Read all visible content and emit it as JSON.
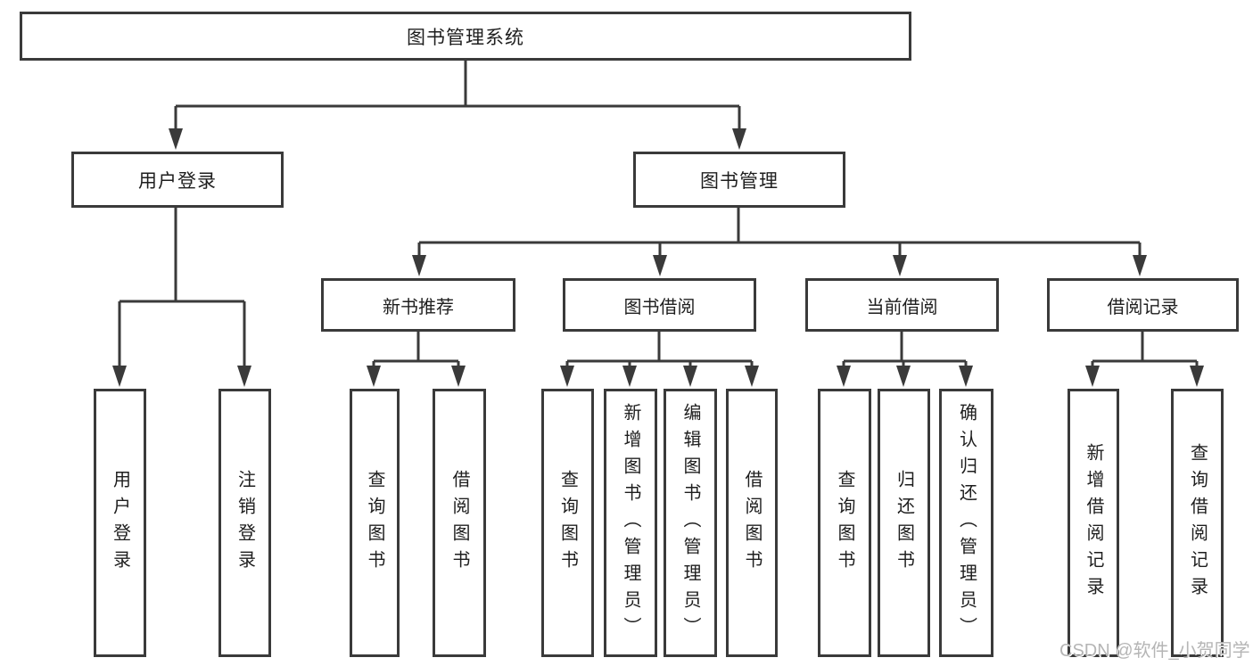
{
  "colors": {
    "line": "#3a3a3a",
    "text": "#1e1e1e",
    "background": "#ffffff",
    "watermark": "#b5b5b5"
  },
  "root": {
    "label": "图书管理系统"
  },
  "branches": [
    {
      "label": "用户登录"
    },
    {
      "label": "图书管理"
    }
  ],
  "modules": [
    {
      "label": "新书推荐"
    },
    {
      "label": "图书借阅"
    },
    {
      "label": "当前借阅"
    },
    {
      "label": "借阅记录"
    }
  ],
  "leaves": [
    {
      "label": "用户登录"
    },
    {
      "label": "注销登录"
    },
    {
      "label": "查询图书"
    },
    {
      "label": "借阅图书"
    },
    {
      "label": "查询图书"
    },
    {
      "label": "新增图书（管理员）"
    },
    {
      "label": "编辑图书（管理员）"
    },
    {
      "label": "借阅图书"
    },
    {
      "label": "查询图书"
    },
    {
      "label": "归还图书"
    },
    {
      "label": "确认归还（管理员）"
    },
    {
      "label": "新增借阅记录"
    },
    {
      "label": "查询借阅记录"
    }
  ],
  "watermark": {
    "text": "CSDN @软件_小贺同学"
  }
}
